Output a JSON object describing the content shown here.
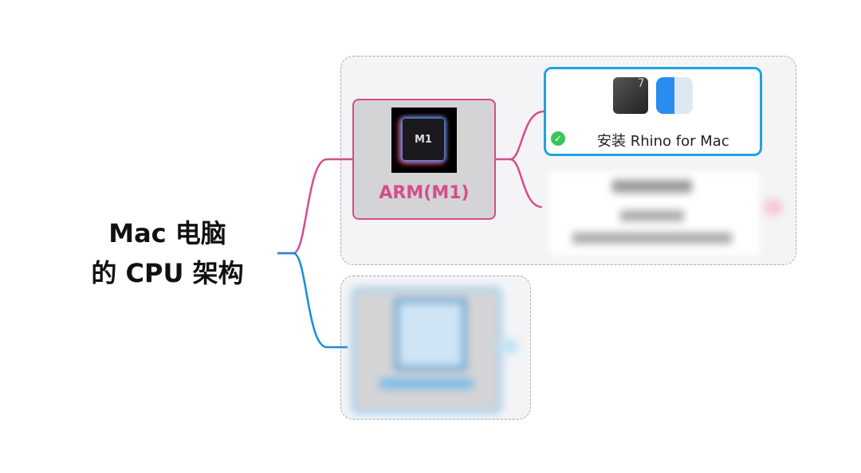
{
  "root": {
    "line1": "Mac 电脑",
    "line2": "的 CPU 架构"
  },
  "arm": {
    "label": "ARM(M1)",
    "chip_text": "M1"
  },
  "card1": {
    "label": "安装 Rhino for Mac",
    "icons": [
      "rhino-7-icon",
      "finder-icon"
    ],
    "status": "check-icon"
  },
  "colors": {
    "arm_branch": "#d64c8c",
    "intel_branch": "#1a8cd8",
    "card_border": "#1fa3e0",
    "check": "#3cc45a"
  }
}
